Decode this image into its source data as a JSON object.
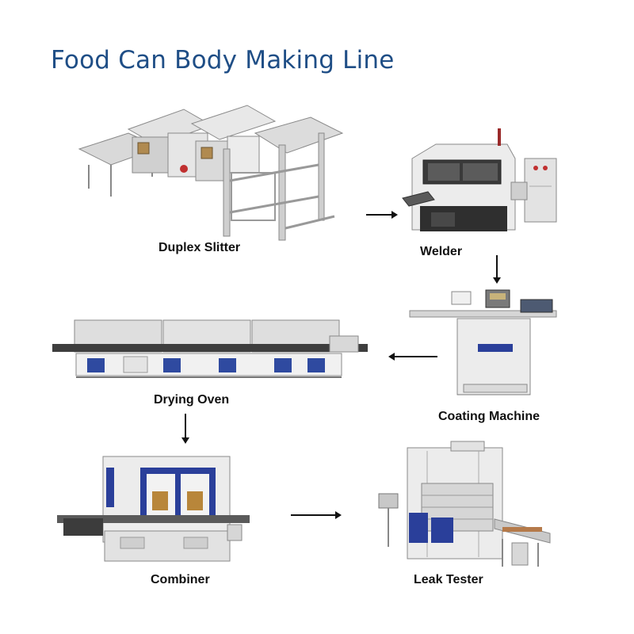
{
  "title": "Food Can Body Making Line",
  "colors": {
    "title": "#1f4e86",
    "machine_body": "#ececec",
    "machine_dark": "#3a3a3a",
    "accent_blue": "#2a3f9a",
    "arrow": "#111111"
  },
  "steps": [
    {
      "id": "duplex-slitter",
      "label": "Duplex Slitter"
    },
    {
      "id": "welder",
      "label": "Welder"
    },
    {
      "id": "coating-machine",
      "label": "Coating Machine"
    },
    {
      "id": "drying-oven",
      "label": "Drying Oven"
    },
    {
      "id": "combiner",
      "label": "Combiner"
    },
    {
      "id": "leak-tester",
      "label": "Leak Tester"
    }
  ],
  "flow": [
    [
      "Duplex Slitter",
      "Welder"
    ],
    [
      "Welder",
      "Coating Machine"
    ],
    [
      "Coating Machine",
      "Drying Oven"
    ],
    [
      "Drying Oven",
      "Combiner"
    ],
    [
      "Combiner",
      "Leak Tester"
    ]
  ]
}
